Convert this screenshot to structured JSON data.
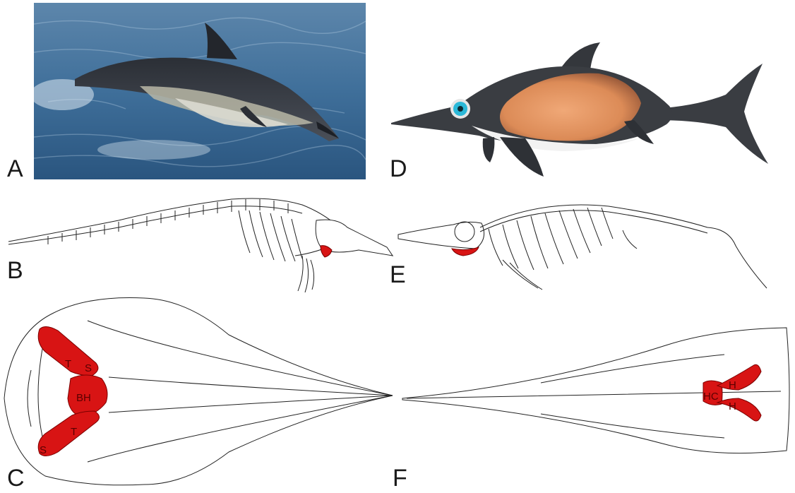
{
  "panels": {
    "a": "A",
    "b": "B",
    "c": "C",
    "d": "D",
    "e": "E",
    "f": "F"
  },
  "skull_labels": {
    "t_upper": "T",
    "s_upper": "S",
    "bh": "BH",
    "t_lower": "T",
    "s_lower": "S",
    "hc": "HC",
    "h_upper": "H",
    "h_lower": "H"
  },
  "colors": {
    "highlight": "#d81414",
    "sea": "#3f6f9a",
    "ichthyosaur_belly": "#e0915e",
    "eye": "#2bb8d8"
  }
}
